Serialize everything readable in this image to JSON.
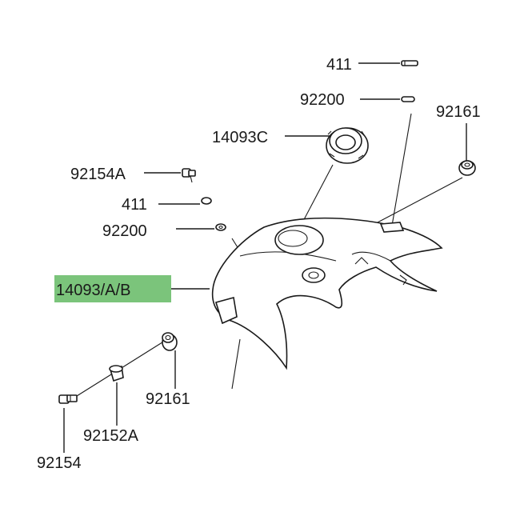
{
  "diagram": {
    "highlight_color": "#7bc47b",
    "labels": {
      "screw_top": "411",
      "washer_top": "92200",
      "grommet_right": "92161",
      "cap": "14093C",
      "bolt_left": "92154A",
      "screw_left": "411",
      "washer_left": "92200",
      "cover": "14093/A/B",
      "grommet_lower": "92161",
      "collar": "92152A",
      "bolt_bottom": "92154"
    }
  }
}
